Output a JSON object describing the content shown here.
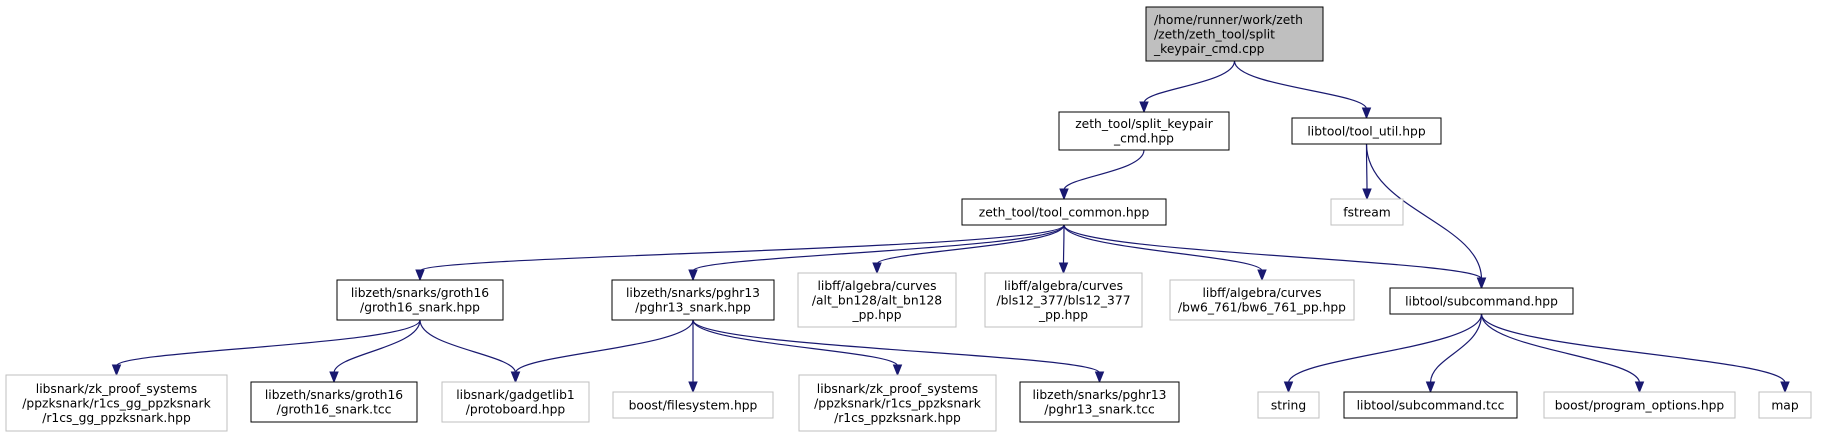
{
  "colors": {
    "root_fill": "#bfbfbf",
    "root_stroke": "#000000",
    "local_stroke": "#000000",
    "external_stroke": "#bfbfbf",
    "text": "#000000",
    "edge": "#191970"
  },
  "nodes": [
    {
      "id": "n0",
      "kind": "root",
      "lines": [
        "/home/runner/work/zeth",
        "/zeth/zeth_tool/split",
        "_keypair_cmd.cpp"
      ]
    },
    {
      "id": "n1",
      "kind": "local",
      "lines": [
        "zeth_tool/split_keypair",
        "_cmd.hpp"
      ]
    },
    {
      "id": "n2",
      "kind": "local",
      "lines": [
        "libtool/tool_util.hpp"
      ]
    },
    {
      "id": "n3",
      "kind": "local",
      "lines": [
        "zeth_tool/tool_common.hpp"
      ]
    },
    {
      "id": "n4",
      "kind": "external",
      "lines": [
        "fstream"
      ]
    },
    {
      "id": "n5",
      "kind": "local",
      "lines": [
        "libtool/subcommand.hpp"
      ]
    },
    {
      "id": "n6",
      "kind": "local",
      "lines": [
        "libzeth/snarks/groth16",
        "/groth16_snark.hpp"
      ]
    },
    {
      "id": "n7",
      "kind": "local",
      "lines": [
        "libzeth/snarks/pghr13",
        "/pghr13_snark.hpp"
      ]
    },
    {
      "id": "n8",
      "kind": "external",
      "lines": [
        "libff/algebra/curves",
        "/alt_bn128/alt_bn128",
        "_pp.hpp"
      ]
    },
    {
      "id": "n9",
      "kind": "external",
      "lines": [
        "libff/algebra/curves",
        "/bls12_377/bls12_377",
        "_pp.hpp"
      ]
    },
    {
      "id": "n10",
      "kind": "external",
      "lines": [
        "libff/algebra/curves",
        "/bw6_761/bw6_761_pp.hpp"
      ]
    },
    {
      "id": "n11",
      "kind": "external",
      "lines": [
        "libsnark/zk_proof_systems",
        "/ppzksnark/r1cs_gg_ppzksnark",
        "/r1cs_gg_ppzksnark.hpp"
      ]
    },
    {
      "id": "n12",
      "kind": "local",
      "lines": [
        "libzeth/snarks/groth16",
        "/groth16_snark.tcc"
      ]
    },
    {
      "id": "n13",
      "kind": "external",
      "lines": [
        "libsnark/gadgetlib1",
        "/protoboard.hpp"
      ]
    },
    {
      "id": "n14",
      "kind": "external",
      "lines": [
        "boost/filesystem.hpp"
      ]
    },
    {
      "id": "n15",
      "kind": "external",
      "lines": [
        "libsnark/zk_proof_systems",
        "/ppzksnark/r1cs_ppzksnark",
        "/r1cs_ppzksnark.hpp"
      ]
    },
    {
      "id": "n16",
      "kind": "local",
      "lines": [
        "libzeth/snarks/pghr13",
        "/pghr13_snark.tcc"
      ]
    },
    {
      "id": "n17",
      "kind": "external",
      "lines": [
        "string"
      ]
    },
    {
      "id": "n18",
      "kind": "local",
      "lines": [
        "libtool/subcommand.tcc"
      ]
    },
    {
      "id": "n19",
      "kind": "external",
      "lines": [
        "boost/program_options.hpp"
      ]
    },
    {
      "id": "n20",
      "kind": "external",
      "lines": [
        "map"
      ]
    }
  ],
  "edges": [
    [
      "n0",
      "n1"
    ],
    [
      "n0",
      "n2"
    ],
    [
      "n1",
      "n3"
    ],
    [
      "n2",
      "n4"
    ],
    [
      "n2",
      "n5"
    ],
    [
      "n3",
      "n6"
    ],
    [
      "n3",
      "n7"
    ],
    [
      "n3",
      "n8"
    ],
    [
      "n3",
      "n9"
    ],
    [
      "n3",
      "n10"
    ],
    [
      "n3",
      "n5"
    ],
    [
      "n6",
      "n11"
    ],
    [
      "n6",
      "n12"
    ],
    [
      "n6",
      "n13"
    ],
    [
      "n7",
      "n13"
    ],
    [
      "n7",
      "n14"
    ],
    [
      "n7",
      "n15"
    ],
    [
      "n7",
      "n16"
    ],
    [
      "n5",
      "n17"
    ],
    [
      "n5",
      "n18"
    ],
    [
      "n5",
      "n19"
    ],
    [
      "n5",
      "n20"
    ]
  ]
}
